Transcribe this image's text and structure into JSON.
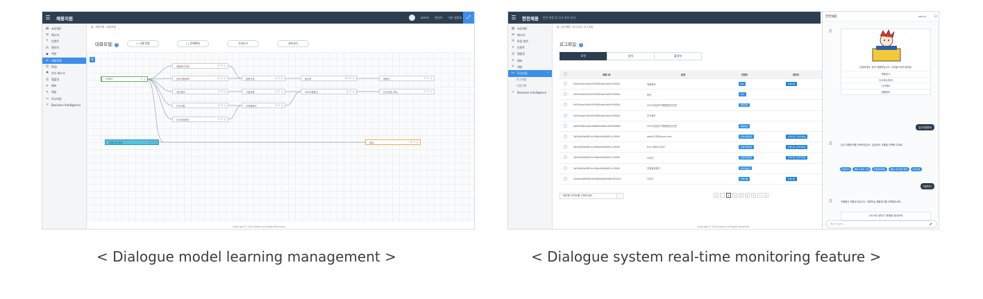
{
  "left": {
    "app_title": "채용지원",
    "user": "admin",
    "lang": "한국어",
    "logout": "다른 설정보",
    "menu": [
      {
        "icon": "▤",
        "label": "프로젝트"
      },
      {
        "icon": "✉",
        "label": "메시지"
      },
      {
        "icon": "❝",
        "label": "인텐트"
      },
      {
        "icon": "⁂",
        "label": "엔티티"
      },
      {
        "icon": "◆",
        "label": "액션"
      },
      {
        "icon": "⇌",
        "label": "대화모델"
      },
      {
        "icon": "Q",
        "label": "FAQ"
      },
      {
        "icon": "⚑",
        "label": "지식 태스크"
      },
      {
        "icon": "☰",
        "label": "템플릿"
      },
      {
        "icon": "✔",
        "label": "배포"
      },
      {
        "icon": "✎",
        "label": "채널"
      },
      {
        "icon": "▭",
        "label": "모니터링"
      },
      {
        "icon": "↗",
        "label": "Business Intelligence"
      }
    ],
    "breadcrumb": "홈 | 채용지원 | 대화모델",
    "page_title": "대화모델:",
    "toolbar": [
      "+ 시행 문항",
      "[ ] 전체확대",
      "가져오기",
      "내보내기"
    ],
    "nodes": {
      "start": "START",
      "n1": "채용공고안내",
      "n2": "공지사항정보",
      "n3": "개인정보",
      "n4": "인사사항",
      "n5": "인사이동확인",
      "n6": "응용기업",
      "n7": "기술지원",
      "n8": "이력종확인",
      "n9": "정서격",
      "n10": "지사이동확인",
      "n11": "채용서",
      "n12": "인사이동_FAQ",
      "err": "지원오류 응용",
      "end": "종료"
    },
    "footer": "Copyright © 2019 Saltlux All Rights Reserved",
    "caption": "< Dialogue model learning management >"
  },
  "right": {
    "app_title": "한전채용",
    "app_sub": "한전 채용 및 인사 정보 안내",
    "menu": [
      {
        "icon": "▤",
        "label": "프로젝트"
      },
      {
        "icon": "✉",
        "label": "메시지"
      },
      {
        "icon": "☷",
        "label": "특정 항목"
      },
      {
        "icon": "❝",
        "label": "인텐트"
      },
      {
        "icon": "☰",
        "label": "템플릿"
      },
      {
        "icon": "✔",
        "label": "배포"
      },
      {
        "icon": "✎",
        "label": "채널"
      },
      {
        "icon": "▭",
        "label": "모니터링"
      }
    ],
    "submenu": [
      "로그파일",
      "이용기록"
    ],
    "last_menu": "Business Intelligence",
    "breadcrumb": "홈 | 한전채용 | 모니터링 | 로그파일",
    "page_title": "로그파일:",
    "tabs": [
      "모두",
      "일치",
      "불일치"
    ],
    "table": {
      "headers": [
        "대화 ID",
        "문장",
        "인텐트",
        "엔티티"
      ],
      "rows": [
        {
          "id": "e500cbac5ad1490080cbac5ad1c9062a",
          "text": "채용정보",
          "intent": "NO",
          "entity": "인재사항"
        },
        {
          "id": "e500cbac5ad1490080cbac5ad1c9062a",
          "text": "동의",
          "intent": "YES",
          "entity": ""
        },
        {
          "id": "e500cbac5ad1490080cbac5ad1c9062a",
          "text": "2019년상반기체험형청년인턴",
          "intent": "채용정보",
          "entity": ""
        },
        {
          "id": "e500cbac5ad1490080cbac5ad1c9062a",
          "text": "인사제도",
          "intent": "",
          "entity": ""
        },
        {
          "id": "da8908bd1a654e6889096d1a652e686f",
          "text": "2019년상반기체험형청년인턴",
          "intent": "채용정보",
          "entity": ""
        },
        {
          "id": "3b3b9d3d08f14c39bb9d3d08f11c3948",
          "text": "absd123@naver.com",
          "intent": "인재사항입력",
          "entity": "인재사항_합격자발표"
        },
        {
          "id": "3b3b9d3d08f14c39bb9d3d08f11c3948",
          "text": "010-5602-6167",
          "intent": "인재사항입력",
          "entity": "인재사항_합격자발표"
        },
        {
          "id": "3b3b9d3d08f14c39bb9d3d08f11c3948",
          "text": "이우진",
          "intent": "인재사항입력",
          "entity": "인재사항_합격자발표"
        },
        {
          "id": "3b3b9d3d08f14c39bb9d3d08f11c3948",
          "text": "전형결과확인",
          "intent": "합격자발표",
          "entity": ""
        },
        {
          "id": "43e5b4d6388249286b46d63882392822",
          "text": "이우진",
          "intent": "인재사항",
          "entity": "인재사항"
        }
      ]
    },
    "select_placeholder": "배정할 인텐트를 선택하세요.",
    "pager": [
      "<",
      "‹",
      "1",
      "2",
      "3",
      "4",
      "5",
      "›",
      ">"
    ],
    "chat": {
      "title": "한전채용",
      "user": "admin",
      "greeting": "안녕하세요. 한전 채용봇입니다. 무엇을 도와드릴까요.",
      "menu": [
        "채용공고",
        "인사제도/문의",
        "인사제도",
        "채용문의"
      ],
      "user_msg1": "입사지원문의",
      "bot_msg2": "입사 지원문의를 선택하셨군요. 궁금하신 사항을 선택해 주세요.",
      "quick": [
        "지원하기",
        "채용시 유의 사항",
        "전형결과확인",
        "채용 서류 변환 절차",
        "이의신청"
      ],
      "user_msg2": "지원하기",
      "bot_msg3": "진행중인 채용공고입니다. 지원하실 채용공고를 선택해주세요.",
      "bot_msg3_title": "2019년 상반기 체험형 청년인턴",
      "input_placeholder": "메시지 입력..."
    },
    "footer": "Copyright © 2019 Saltlux All Rights Reserved",
    "caption": "< Dialogue system real-time monitoring feature >"
  }
}
